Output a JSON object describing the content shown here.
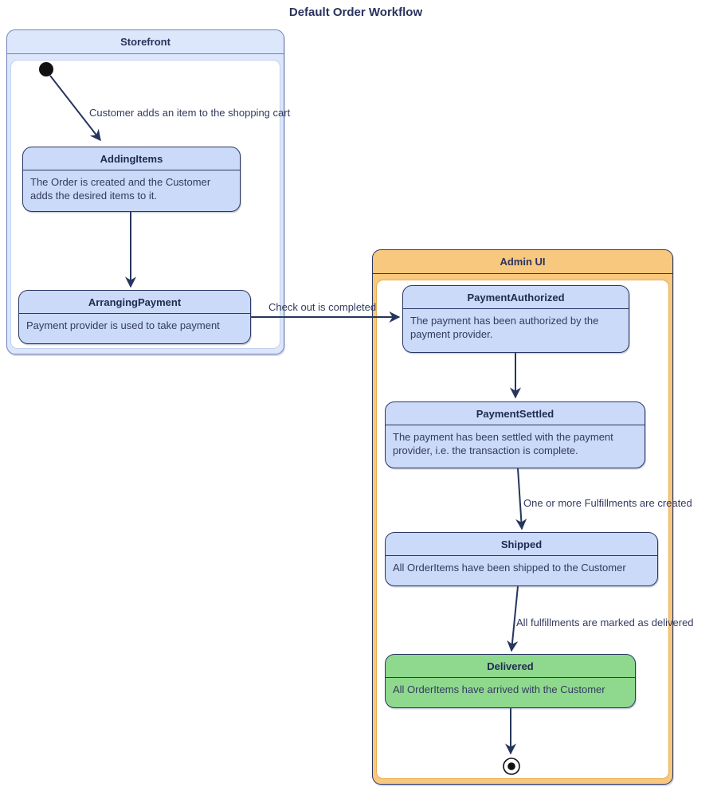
{
  "diagram_type": "state-diagram",
  "title": "Default Order Workflow",
  "colors": {
    "state_fill": "#CBDAF8",
    "state_border": "#2A3665",
    "success_state_fill": "#8FD98F",
    "storefront_container_fill": "#DCE7FB",
    "storefront_container_border": "#7080BF",
    "admin_container_fill": "#F8C87E",
    "admin_inner_border": "#EBAC4E",
    "arrow": "#26355E",
    "text": "#333A5E"
  },
  "containers": {
    "storefront": {
      "label": "Storefront",
      "states": [
        "AddingItems",
        "ArrangingPayment"
      ]
    },
    "admin_ui": {
      "label": "Admin UI",
      "states": [
        "PaymentAuthorized",
        "PaymentSettled",
        "Shipped",
        "Delivered"
      ]
    }
  },
  "states": {
    "adding_items": {
      "name": "AddingItems",
      "description": "The Order is created and the Customer adds the desired items to it."
    },
    "arranging_payment": {
      "name": "ArrangingPayment",
      "description": "Payment provider is used to take payment"
    },
    "payment_authorized": {
      "name": "PaymentAuthorized",
      "description": "The payment has been authorized by the payment provider."
    },
    "payment_settled": {
      "name": "PaymentSettled",
      "description": "The payment has been settled with the payment provider, i.e. the transaction is complete."
    },
    "shipped": {
      "name": "Shipped",
      "description": "All OrderItems have been shipped to the Customer"
    },
    "delivered": {
      "name": "Delivered",
      "description": "All OrderItems have arrived with the Customer"
    }
  },
  "transitions": {
    "start_to_adding": {
      "from": "initial",
      "to": "AddingItems",
      "label": "Customer adds an item to the shopping cart"
    },
    "adding_to_arranging": {
      "from": "AddingItems",
      "to": "ArrangingPayment",
      "label": ""
    },
    "arranging_to_authorized": {
      "from": "ArrangingPayment",
      "to": "PaymentAuthorized",
      "label": "Check out is completed"
    },
    "authorized_to_settled": {
      "from": "PaymentAuthorized",
      "to": "PaymentSettled",
      "label": ""
    },
    "settled_to_shipped": {
      "from": "PaymentSettled",
      "to": "Shipped",
      "label": "One or more Fulfillments are created"
    },
    "shipped_to_delivered": {
      "from": "Shipped",
      "to": "Delivered",
      "label": "All fulfillments are marked as delivered"
    },
    "delivered_to_final": {
      "from": "Delivered",
      "to": "final",
      "label": ""
    }
  }
}
